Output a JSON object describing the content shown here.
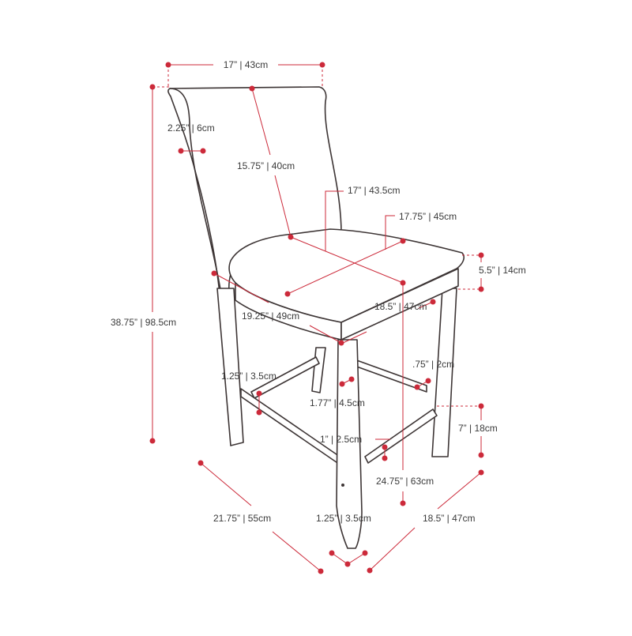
{
  "accent_color": "#cc2a3a",
  "outline_color": "#3d3535",
  "dimensions": {
    "back_width": "17” | 43cm",
    "frame_thickness": "2.25” | 6cm",
    "back_height": "15.75” | 40cm",
    "seat_depth_inner": "17” | 43.5cm",
    "seat_width_inner": "17.75” | 45cm",
    "cushion_thickness": "5.5” | 14cm",
    "overall_height": "38.75” | 98.5cm",
    "seat_front_width": "18.5” | 47cm",
    "seat_side_depth": "19.25” | 49cm",
    "stretcher_height_side": "1.25” | 3.5cm",
    "stretcher_thickness": ".75” | 2cm",
    "leg_gap": "1.77” | 4.5cm",
    "footrest_height": "7” | 18cm",
    "footrest_thickness": "1” | 2.5cm",
    "seat_height": "24.75” | 63cm",
    "base_depth": "21.75” | 55cm",
    "leg_width": "1.25” | 3.5cm",
    "base_width": "18.5” | 47cm"
  }
}
